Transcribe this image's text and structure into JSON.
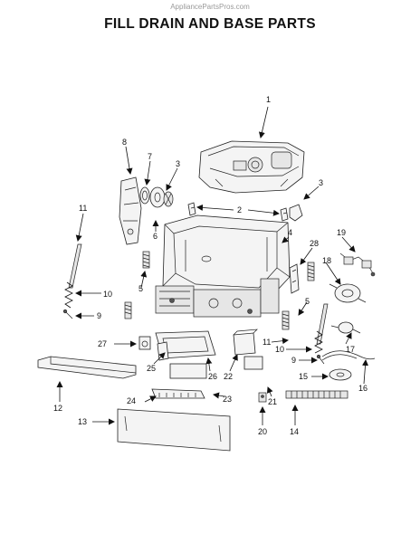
{
  "header": {
    "watermark": "AppliancePartsPros.com",
    "title": "FILL DRAIN AND BASE PARTS"
  },
  "callouts": [
    "1",
    "2",
    "3",
    "4",
    "5",
    "6",
    "7",
    "8",
    "9",
    "10",
    "11",
    "12",
    "13",
    "14",
    "15",
    "16",
    "17",
    "18",
    "19",
    "20",
    "21",
    "22",
    "23",
    "24",
    "25",
    "26",
    "27",
    "28"
  ]
}
